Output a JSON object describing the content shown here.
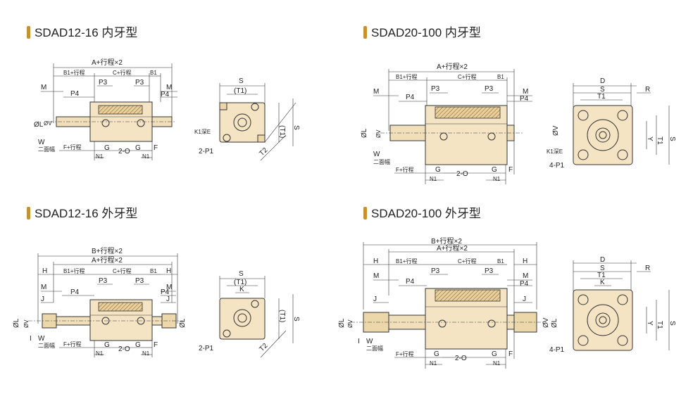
{
  "panels": [
    {
      "title": "SDAD12-16 内牙型",
      "labels": {
        "A": "A+行程×2",
        "B1a": "B1+行程",
        "C": "C+行程",
        "B1b": "B1",
        "M": "M",
        "P3a": "P3",
        "P3b": "P3",
        "P4a": "P4",
        "P4b": "P4",
        "M2": "M",
        "phiL": "ØL",
        "phiV": "ØV",
        "W": "W",
        "W2": "二面幅",
        "F": "F+行程",
        "G": "G",
        "twoO": "2-O",
        "G2": "G",
        "N1": "N1",
        "N1b": "N1",
        "F2": "F",
        "S": "S",
        "T1": "(T1)",
        "T1v": "(T1)",
        "Sv": "S",
        "K1": "K1深E",
        "P1": "2-P1",
        "T2": "T2"
      }
    },
    {
      "title": "SDAD20-100 内牙型",
      "labels": {
        "A": "A+行程×2",
        "B1a": "B1+行程",
        "C": "C+行程",
        "B1b": "B1",
        "M": "M",
        "P3a": "P3",
        "P3b": "P3",
        "P4a": "P4",
        "P4b": "P4",
        "M2": "M",
        "phiL": "ØL",
        "phiV": "ØV",
        "W": "W",
        "W2": "二面幅",
        "F": "F+行程",
        "G": "G",
        "twoO": "2-O",
        "G2": "G",
        "N1": "N1",
        "N1b": "N1",
        "F2": "F",
        "D": "D",
        "S": "S",
        "T1": "T1",
        "R": "R",
        "Y": "Y",
        "T1v": "T1",
        "Sv": "S",
        "K1": "K1深E",
        "P1": "4-P1"
      }
    },
    {
      "title": "SDAD12-16 外牙型",
      "labels": {
        "B": "B+行程×2",
        "A": "A+行程×2",
        "H": "H",
        "B1a": "B1+行程",
        "C": "C+行程",
        "B1b": "B1",
        "H2": "H",
        "M": "M",
        "P3a": "P3",
        "P3b": "P3",
        "M2": "M",
        "J": "J",
        "P4a": "P4",
        "P4b": "P4",
        "J2": "J",
        "phiL": "ØL",
        "phiV": "ØV",
        "I": "I",
        "W": "W",
        "W2": "二面幅",
        "F": "F+行程",
        "G": "G",
        "twoO": "2-O",
        "G2": "G",
        "N1": "N1",
        "N1b": "N1",
        "F2": "F",
        "S": "S",
        "T1": "(T1)",
        "K": "K",
        "T1v": "(T1)",
        "Sv": "S",
        "P1": "2-P1",
        "T2": "T2"
      }
    },
    {
      "title": "SDAD20-100 外牙型",
      "labels": {
        "B": "B+行程×2",
        "A": "A+行程×2",
        "H": "H",
        "B1a": "B1+行程",
        "C": "C+行程",
        "B1b": "B1",
        "H2": "H",
        "M": "M",
        "P3a": "P3",
        "P3b": "P3",
        "M2": "M",
        "J": "J",
        "P4a": "P4",
        "P4b": "P4",
        "J2": "J",
        "phiL": "ØL",
        "phiV": "ØV",
        "I": "I",
        "W": "W",
        "W2": "二面幅",
        "F": "F+行程",
        "G": "G",
        "twoO": "2-O",
        "G2": "G",
        "N1": "N1",
        "N1b": "N1",
        "F2": "F",
        "D": "D",
        "S": "S",
        "K": "K",
        "T1": "T1",
        "R": "R",
        "Y": "Y",
        "T1v": "T1",
        "Sv": "S",
        "P1": "4-P1"
      }
    }
  ],
  "colors": {
    "accent": "#c8912f",
    "body": "#f4e4c4",
    "outline": "#333333"
  }
}
